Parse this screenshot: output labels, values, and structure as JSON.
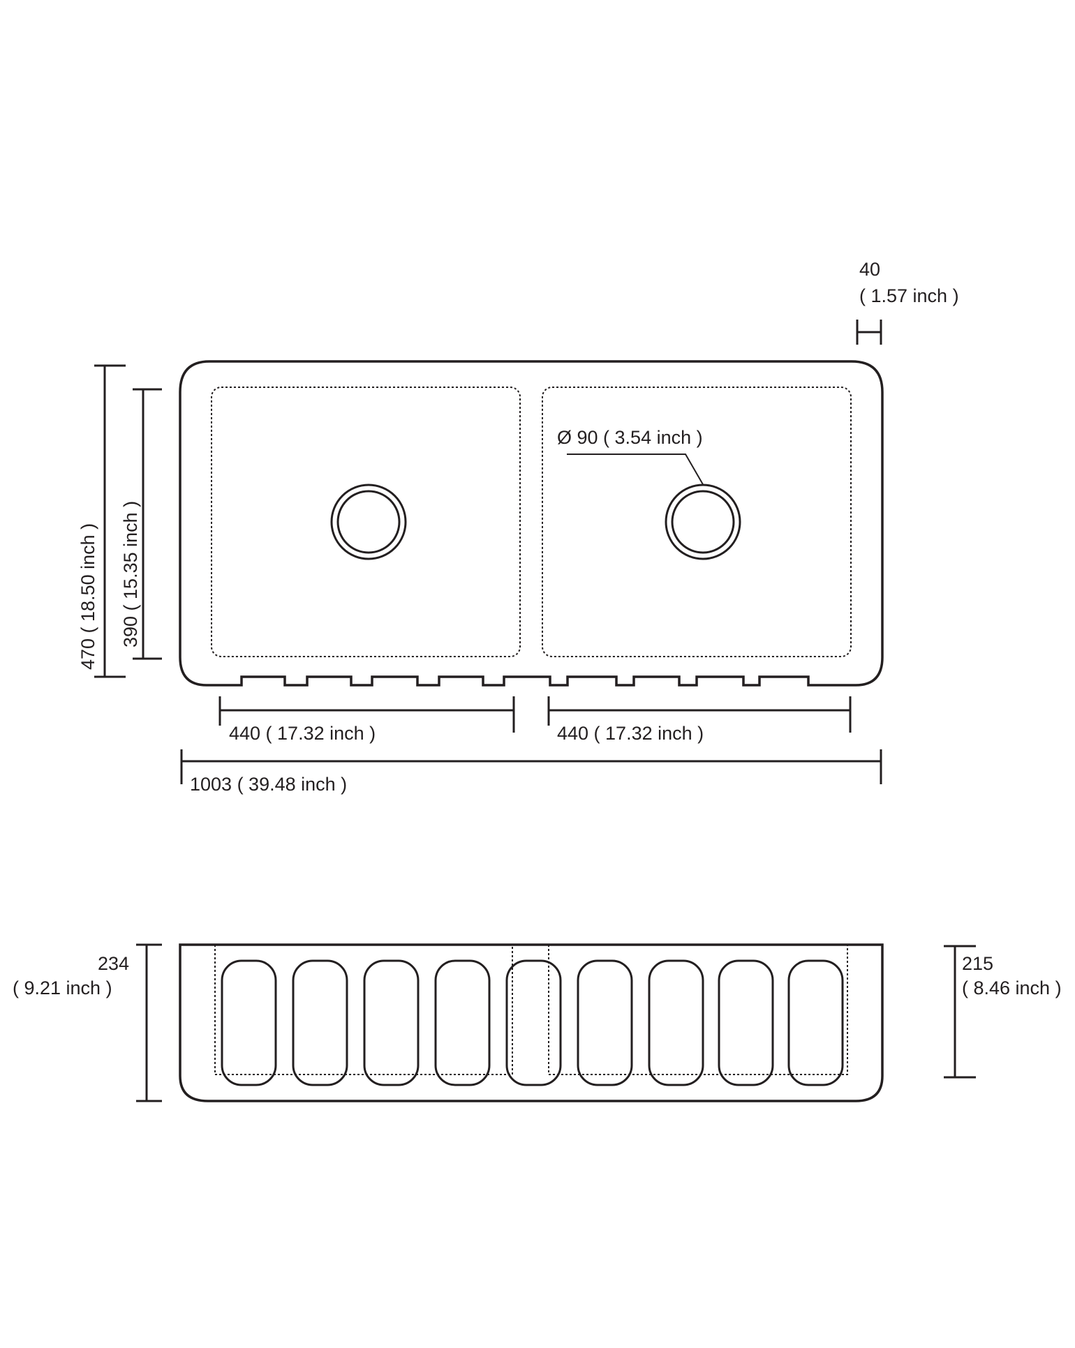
{
  "top_view": {
    "rim_width": "40",
    "rim_width_inch": "( 1.57 inch )",
    "drain_diameter": "Ø 90 ( 3.54 inch )",
    "overall_depth": "470 ( 18.50 inch )",
    "bowl_depth": "390 ( 15.35 inch )",
    "left_bowl_width": "440 ( 17.32 inch )",
    "right_bowl_width": "440 ( 17.32 inch )",
    "overall_width": "1003 ( 39.48 inch )"
  },
  "front_view": {
    "overall_height": "234",
    "overall_height_inch": "( 9.21 inch )",
    "bowl_height": "215",
    "bowl_height_inch": "( 8.46 inch )",
    "flute_count": 9
  }
}
